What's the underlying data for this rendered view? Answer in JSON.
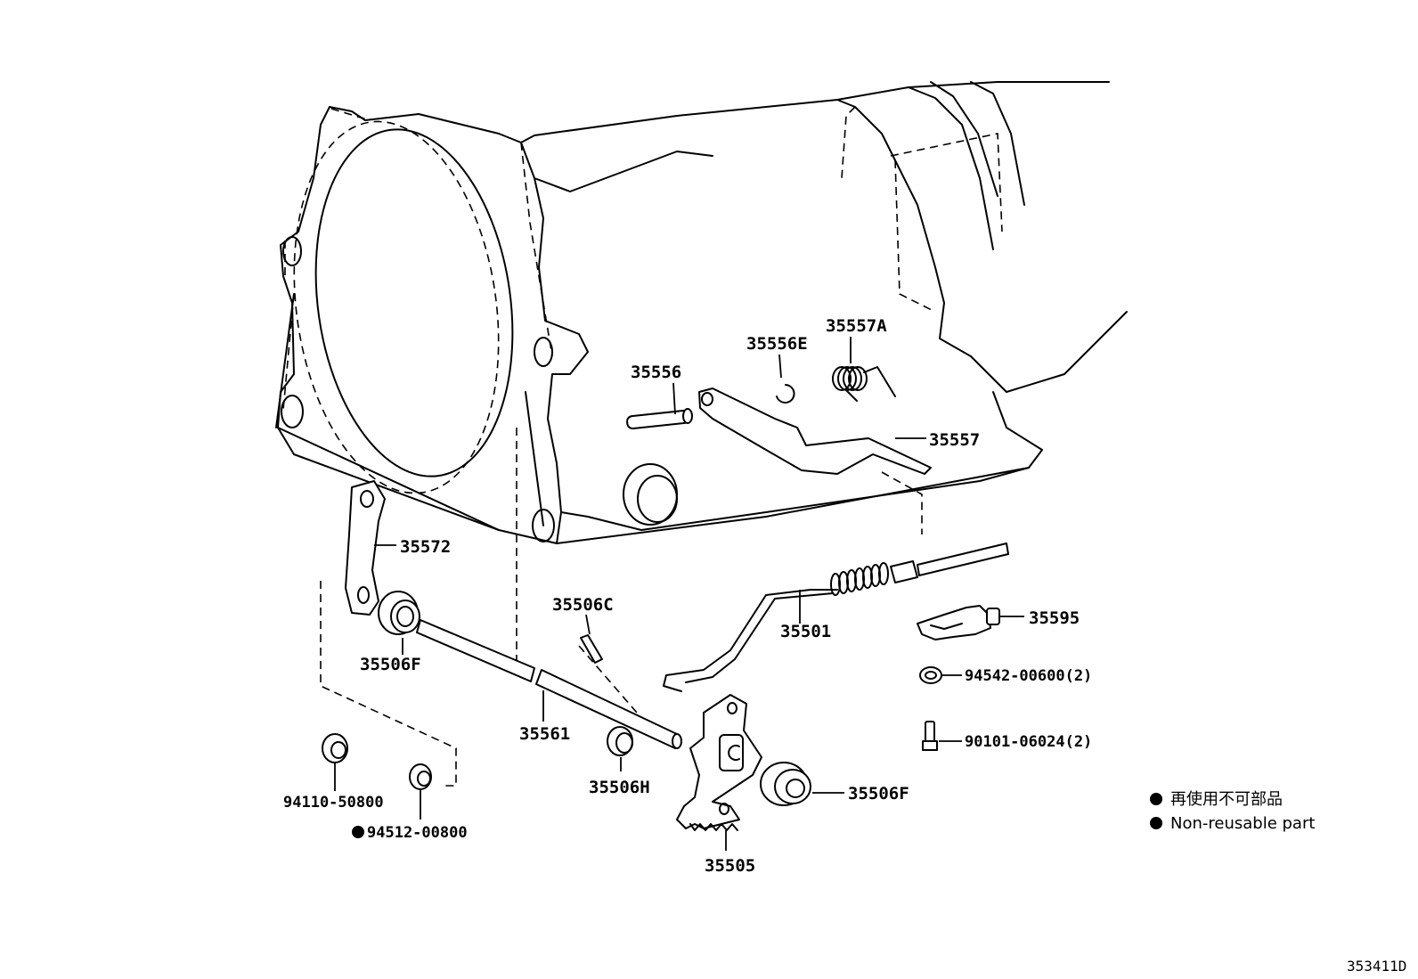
{
  "parts": {
    "p35557A": "35557A",
    "p35556E": "35556E",
    "p35556": "35556",
    "p35557": "35557",
    "p35572": "35572",
    "p35506C": "35506C",
    "p35501": "35501",
    "p35595": "35595",
    "p35506F_left": "35506F",
    "p94542": "94542-00600(2)",
    "p35561": "35561",
    "p90101": "90101-06024(2)",
    "p35506H": "35506H",
    "p35506F_right": "35506F",
    "p94110": "94110-50800",
    "p94512": "94512-00800",
    "p35505": "35505"
  },
  "legend": {
    "jp": "再使用不可部品",
    "en": "Non-reusable part"
  },
  "reference_id": "353411D"
}
